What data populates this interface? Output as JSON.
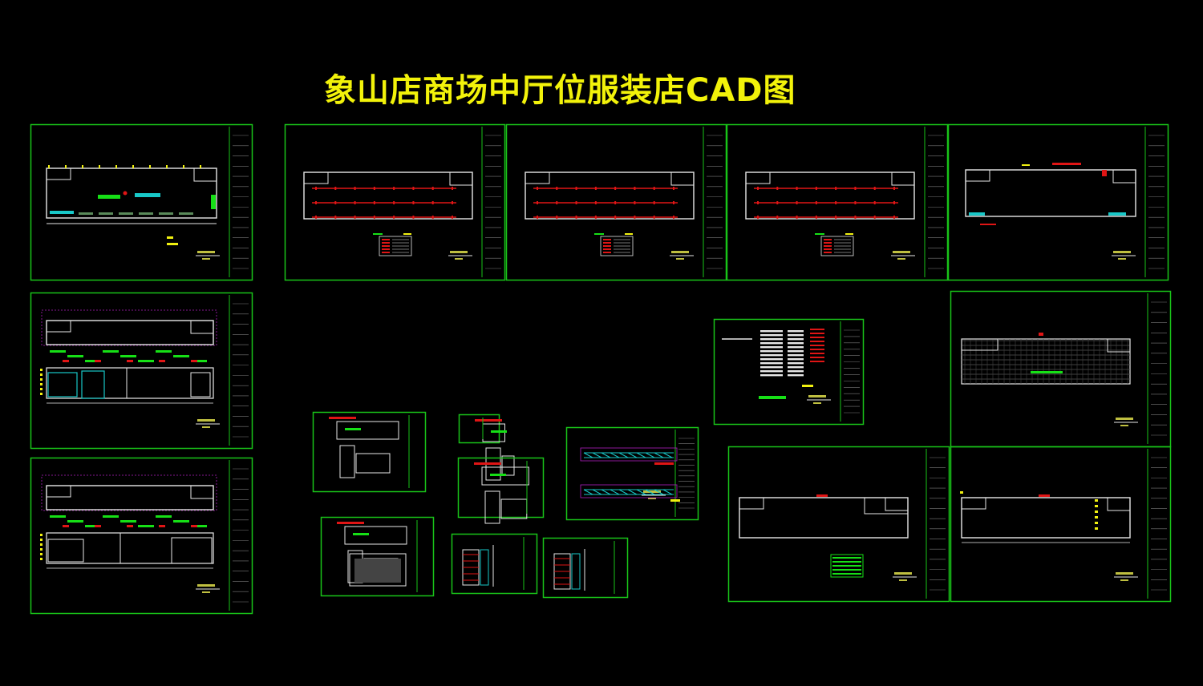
{
  "title": "象山店商场中厅位服装店CAD图",
  "colors": {
    "background": "#000000",
    "frame": "#19c419",
    "title": "#f2f20a",
    "line": "#e8e8e8",
    "accent_red": "#e01515",
    "accent_yellow": "#f0f010",
    "accent_green": "#16e016",
    "accent_cyan": "#18c8c8",
    "accent_magenta": "#b020c0"
  },
  "sheets": [
    {
      "id": "sheet-01",
      "kind": "floor-plan"
    },
    {
      "id": "sheet-02",
      "kind": "red-plan-legend"
    },
    {
      "id": "sheet-03",
      "kind": "red-plan-legend"
    },
    {
      "id": "sheet-04",
      "kind": "red-plan-legend"
    },
    {
      "id": "sheet-05",
      "kind": "outline-plan"
    },
    {
      "id": "sheet-06",
      "kind": "elevation-a"
    },
    {
      "id": "sheet-07",
      "kind": "elevation-b"
    },
    {
      "id": "sheet-08",
      "kind": "legend-table"
    },
    {
      "id": "sheet-09",
      "kind": "ceiling-hatch"
    },
    {
      "id": "sheet-10",
      "kind": "detail"
    },
    {
      "id": "sheet-11",
      "kind": "detail-small"
    },
    {
      "id": "sheet-12",
      "kind": "detail"
    },
    {
      "id": "sheet-13",
      "kind": "truss"
    },
    {
      "id": "sheet-14",
      "kind": "detail-box"
    },
    {
      "id": "sheet-15",
      "kind": "detail-shelf"
    },
    {
      "id": "sheet-16",
      "kind": "detail-shelf"
    },
    {
      "id": "sheet-17",
      "kind": "outline-table"
    },
    {
      "id": "sheet-18",
      "kind": "outline-plan-b"
    }
  ]
}
